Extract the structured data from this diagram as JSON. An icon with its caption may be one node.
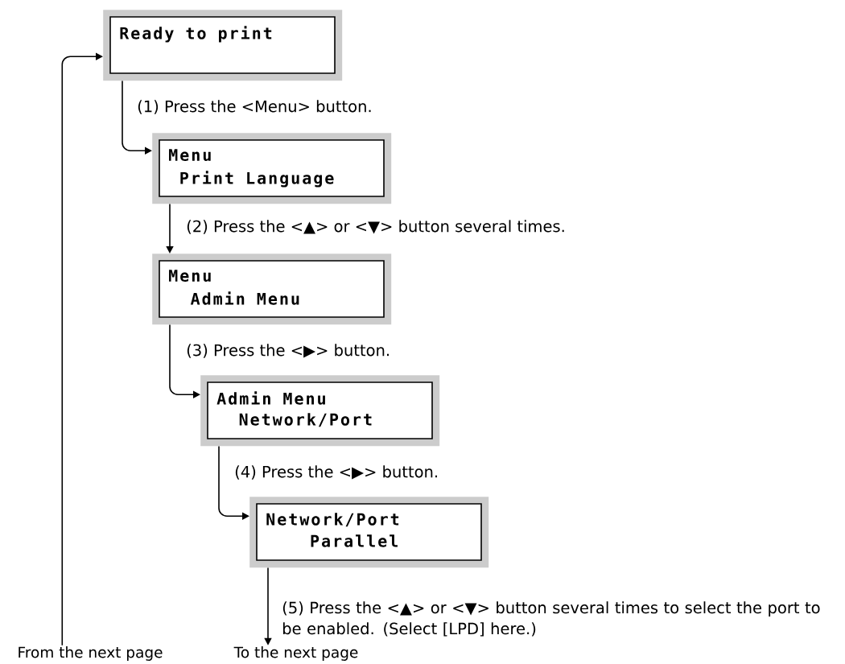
{
  "diagram": {
    "nodes": [
      {
        "text": [
          "Ready to print"
        ]
      },
      {
        "text": [
          "Menu",
          "Print Language"
        ]
      },
      {
        "text": [
          "Menu",
          "Admin Menu"
        ]
      },
      {
        "text": [
          "Admin Menu",
          "Network/Port"
        ]
      },
      {
        "text": [
          "Network/Port",
          "Parallel"
        ]
      },
      {
        "text": [
          "From the next page"
        ]
      },
      {
        "text": [
          "To the next page"
        ]
      }
    ],
    "edges": [
      {
        "from": 5,
        "to": 0,
        "arrow": "to"
      },
      {
        "from": 0,
        "to": 1,
        "arrow": "to",
        "label": "(1) Press the <Menu> button."
      },
      {
        "from": 1,
        "to": 2,
        "arrow": "to",
        "label": "(2) Press the <▲> or <▼> button several times."
      },
      {
        "from": 2,
        "to": 3,
        "arrow": "to",
        "label": "(3) Press the <▶> button."
      },
      {
        "from": 3,
        "to": 4,
        "arrow": "to",
        "label": "(4) Press the <▶> button."
      },
      {
        "from": 4,
        "to": 6,
        "arrow": "to",
        "label": "(5) Press the <▲> or <▼> button several times to select the port to be enabled. (Select [LPD] here.)"
      }
    ]
  }
}
